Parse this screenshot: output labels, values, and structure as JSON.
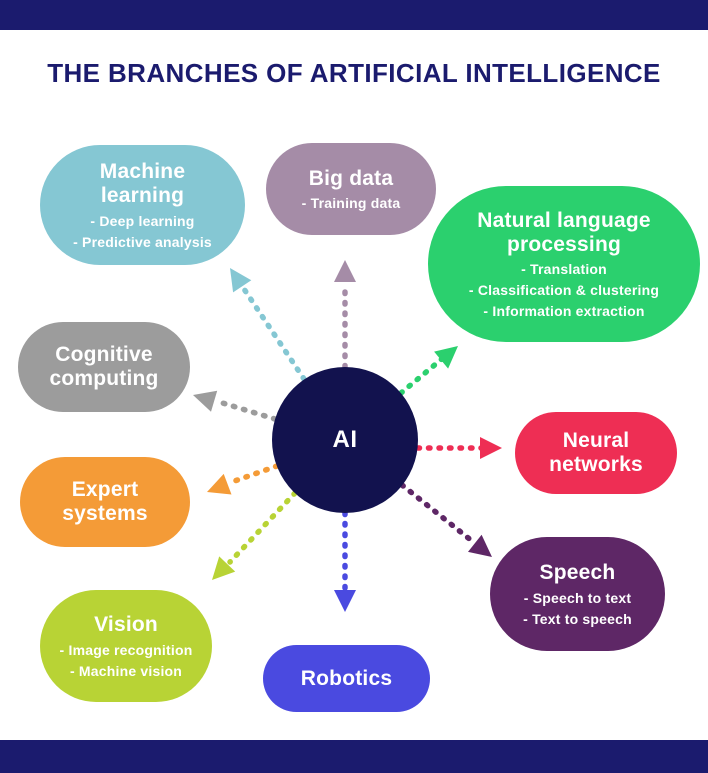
{
  "title": "THE BRANCHES OF ARTIFICIAL INTELLIGENCE",
  "colors": {
    "bar": "#1b1b6e",
    "title": "#1b1b6e",
    "background": "#ffffff",
    "text_light": "#ffffff"
  },
  "center": {
    "label": "AI",
    "color": "#12124e"
  },
  "branches": [
    {
      "id": "machine-learning",
      "label": "Machine learning",
      "color": "#85c7d3",
      "items": [
        "- Deep learning",
        "- Predictive analysis"
      ]
    },
    {
      "id": "big-data",
      "label": "Big data",
      "color": "#a58ca7",
      "items": [
        "- Training data"
      ]
    },
    {
      "id": "natural-language-processing",
      "label": "Natural language processing",
      "color": "#2bd06e",
      "items": [
        "- Translation",
        "- Classification & clustering",
        "- Information extraction"
      ]
    },
    {
      "id": "cognitive-computing",
      "label": "Cognitive computing",
      "color": "#9c9c9c",
      "items": []
    },
    {
      "id": "neural-networks",
      "label": "Neural networks",
      "color": "#ee2e54",
      "items": []
    },
    {
      "id": "expert-systems",
      "label": "Expert systems",
      "color": "#f49b37",
      "items": []
    },
    {
      "id": "speech",
      "label": "Speech",
      "color": "#5e2766",
      "items": [
        "- Speech to text",
        "- Text to speech"
      ]
    },
    {
      "id": "vision",
      "label": "Vision",
      "color": "#b8d335",
      "items": [
        "- Image recognition",
        "- Machine vision"
      ]
    },
    {
      "id": "robotics",
      "label": "Robotics",
      "color": "#4a4ae0",
      "items": []
    }
  ]
}
